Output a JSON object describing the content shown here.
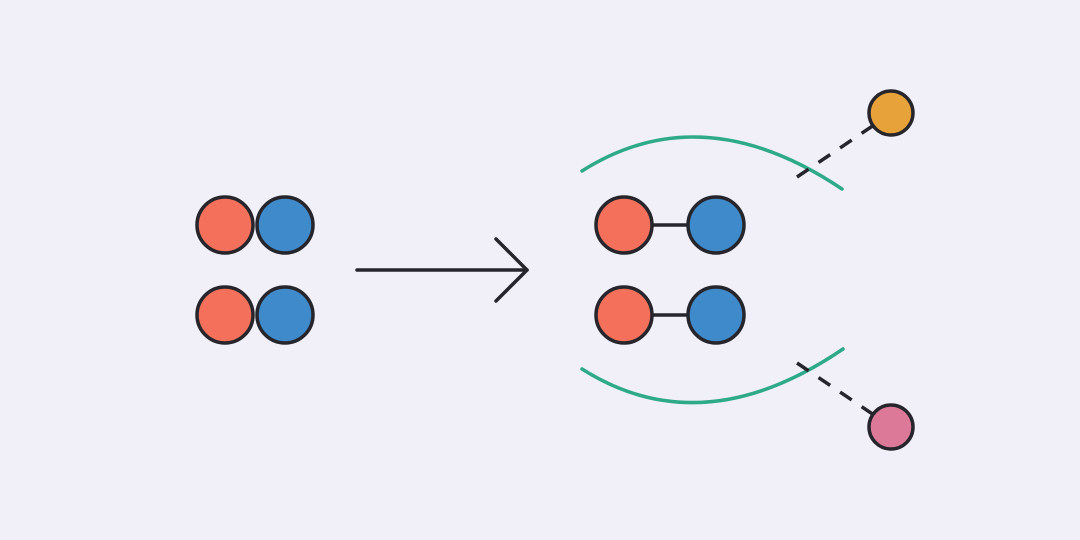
{
  "colors": {
    "background": "#F1F0F9",
    "atom_a": "#F4705A",
    "atom_b": "#3F8ACB",
    "outline": "#25252B",
    "arc": "#2EA98A",
    "particle_top": "#E8A23A",
    "particle_bottom": "#DC7898"
  },
  "diagram": {
    "before": {
      "pairs": 2,
      "bonded": false
    },
    "after": {
      "pairs": 2,
      "bonded": true
    },
    "released_particles": [
      {
        "name": "top-particle",
        "color_key": "particle_top"
      },
      {
        "name": "bottom-particle",
        "color_key": "particle_bottom"
      }
    ]
  }
}
